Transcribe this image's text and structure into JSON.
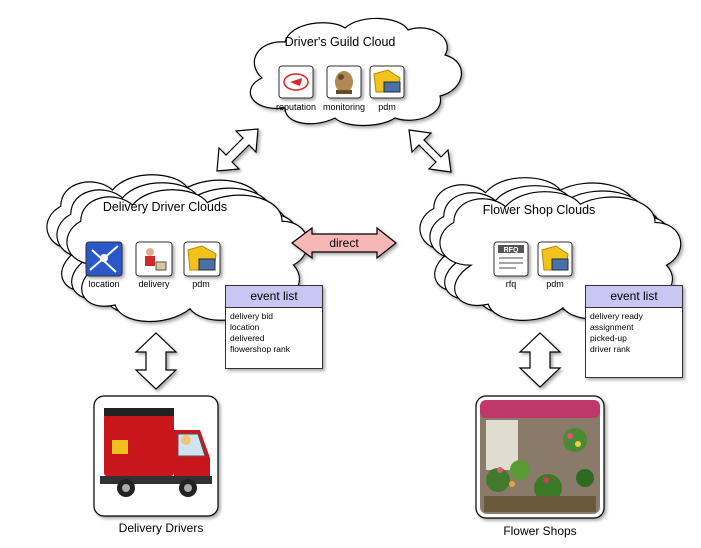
{
  "guild_cloud": {
    "title": "Driver's Guild Cloud",
    "services": [
      {
        "label": "reputation",
        "icon": "reputation-logo-icon"
      },
      {
        "label": "monitoring",
        "icon": "monitoring-dog-icon"
      },
      {
        "label": "pdm",
        "icon": "pdm-folder-icon"
      }
    ]
  },
  "driver_clouds": {
    "title": "Delivery Driver Clouds",
    "services": [
      {
        "label": "location",
        "icon": "location-map-icon"
      },
      {
        "label": "delivery",
        "icon": "delivery-person-icon"
      },
      {
        "label": "pdm",
        "icon": "pdm-folder-icon"
      }
    ],
    "event_list": {
      "header": "event list",
      "items": [
        "delivery bid",
        "location",
        "delivered",
        "flowershop rank"
      ]
    }
  },
  "flower_clouds": {
    "title": "Flower Shop Clouds",
    "services": [
      {
        "label": "rfq",
        "icon": "rfq-document-icon"
      },
      {
        "label": "pdm",
        "icon": "pdm-folder-icon"
      }
    ],
    "event_list": {
      "header": "event list",
      "items": [
        "delivery ready",
        "assignment",
        "picked-up",
        "driver rank"
      ]
    }
  },
  "direct_link": {
    "label": "direct"
  },
  "actors": {
    "drivers": {
      "label": "Delivery Drivers",
      "icon": "delivery-truck-photo"
    },
    "shops": {
      "label": "Flower Shops",
      "icon": "flower-shop-photo"
    }
  },
  "colors": {
    "direct_arrow_fill": "#f8b7b7",
    "event_list_header": "#c9c6f4"
  }
}
